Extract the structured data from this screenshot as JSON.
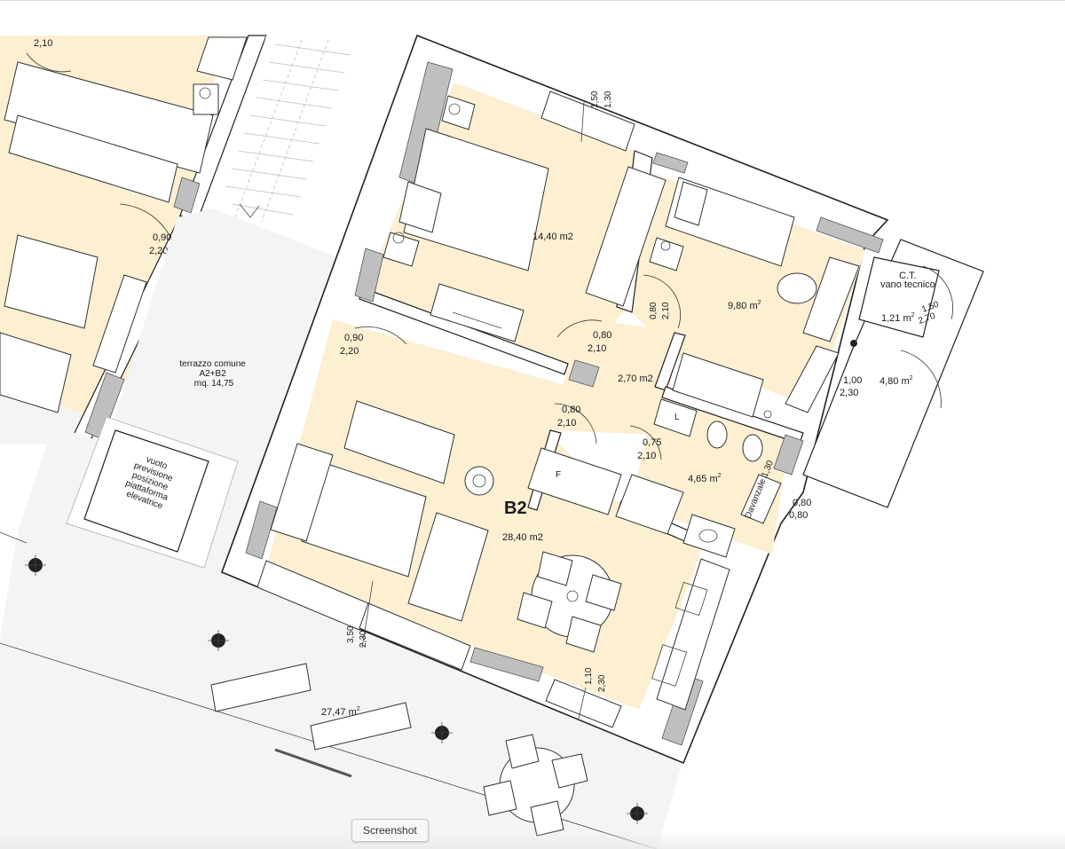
{
  "viewer": {
    "screenshot_label": "Screenshot"
  },
  "plan": {
    "unit_label": "B2",
    "rooms": {
      "living": "28,40 m2",
      "bedroom_master": "14,40 m2",
      "bedroom_second": "9,80 m",
      "hall": "2,70 m2",
      "bathroom": "4,65 m",
      "ct_area": "1,21 m",
      "balcony_right": "4,80 m",
      "terrace_bottom": "27,47 m"
    },
    "sup2": "2",
    "labels": {
      "terrazzo_line1": "terrazzo comune",
      "terrazzo_line2": "A2+B2",
      "terrazzo_line3": "mq. 14,75",
      "vuoto_line1": "vuoto",
      "vuoto_line2": "previsione",
      "vuoto_line3": "posizione",
      "vuoto_line4": "piattaforma",
      "vuoto_line5": "elevatrice",
      "ct_line1": "C.T.",
      "ct_line2": "vano tecnico",
      "davanzale": "Davanzale 1,30",
      "fridge": "F",
      "laundry": "L"
    },
    "dimensions": {
      "d_top_left_a": "2,10",
      "d_left_door_a": "0,90",
      "d_left_door_b": "2,20",
      "d_entry_a": "0,90",
      "d_entry_b": "2,20",
      "d_window_top_a": "1,50",
      "d_window_top_b": "1,30",
      "d_bed_door_a": "0,80",
      "d_bed_door_b": "2,10",
      "d_bed2_door_a": "0,80",
      "d_bed2_door_b": "2,10",
      "d_kitchen_door_a": "0,80",
      "d_kitchen_door_b": "2,10",
      "d_bath_door_a": "0,75",
      "d_bath_door_b": "2,10",
      "d_ct_a": "1,50",
      "d_ct_b": "2,70",
      "d_balcony_door_a": "1,00",
      "d_balcony_door_b": "2,30",
      "d_bath_win_a": "0,80",
      "d_bath_win_b": "0,80",
      "d_living_win_a": "3,50",
      "d_living_win_b": "2,30",
      "d_living_win2_a": "1,10",
      "d_living_win2_b": "2,30"
    }
  }
}
